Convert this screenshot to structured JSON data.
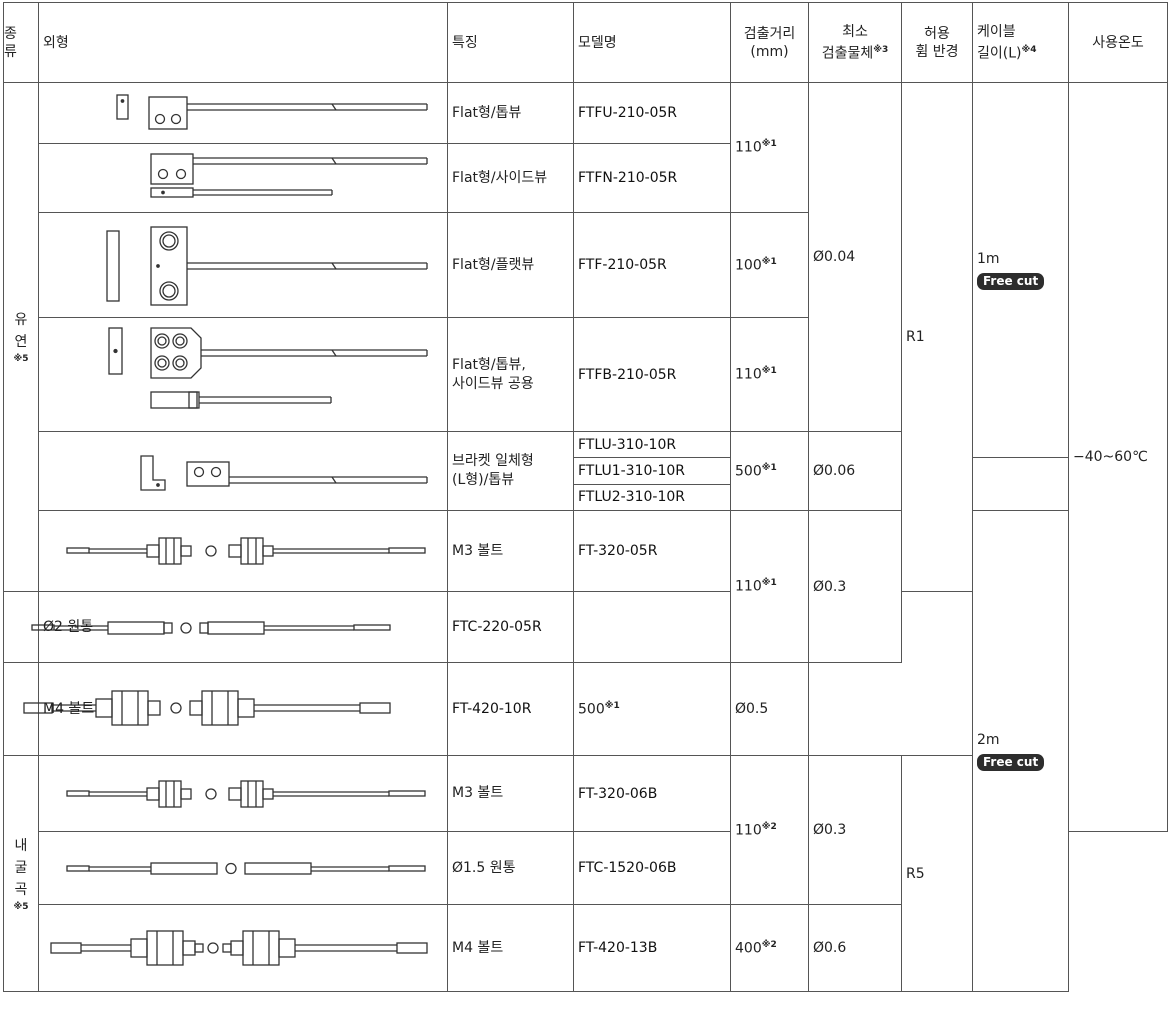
{
  "header": {
    "type": "종\n류",
    "outline": "외형",
    "feature": "특징",
    "model": "모델명",
    "distance": "검출거리\n(mm)",
    "min_object": "최소\n검출물체",
    "min_object_fn": "※3",
    "bend_radius": "허용\n휨 반경",
    "cable": "케이블\n길이(L)",
    "cable_fn": "※4",
    "temp": "사용온도"
  },
  "groups": {
    "flexible": {
      "label": "유\n연",
      "fn": "※5"
    },
    "bend_resistant": {
      "label": "내\n굴\n곡",
      "fn": "※5"
    }
  },
  "rows": [
    {
      "feature": "Flat형/톱뷰",
      "model": "FTFU-210-05R"
    },
    {
      "feature": "Flat형/사이드뷰",
      "model": "FTFN-210-05R"
    },
    {
      "feature": "Flat형/플랫뷰",
      "model": "FTF-210-05R"
    },
    {
      "feature": "Flat형/톱뷰,\n사이드뷰 공용",
      "model": "FTFB-210-05R"
    },
    {
      "feature": "브라켓 일체형\n(L형)/톱뷰",
      "models": [
        "FTLU-310-10R",
        "FTLU1-310-10R",
        "FTLU2-310-10R"
      ]
    },
    {
      "feature": "M3 볼트",
      "model": "FT-320-05R"
    },
    {
      "feature": "Ø2 원통",
      "model": "FTC-220-05R"
    },
    {
      "feature": "M4 볼트",
      "model": "FT-420-10R"
    },
    {
      "feature": "M3 볼트",
      "model": "FT-320-06B"
    },
    {
      "feature": "Ø1.5 원통",
      "model": "FTC-1520-06B"
    },
    {
      "feature": "M4 볼트",
      "model": "FT-420-13B"
    }
  ],
  "distances": {
    "d110a": "110",
    "d110a_fn": "※1",
    "d100": "100",
    "d100_fn": "※1",
    "d110b": "110",
    "d110b_fn": "※1",
    "d500a": "500",
    "d500a_fn": "※1",
    "d110c": "110",
    "d110c_fn": "※1",
    "d500b": "500",
    "d500b_fn": "※1",
    "d110d": "110",
    "d110d_fn": "※2",
    "d400": "400",
    "d400_fn": "※2"
  },
  "min_objects": {
    "m1": "Ø0.04",
    "m2": "Ø0.06",
    "m3": "Ø0.3",
    "m4": "Ø0.5",
    "m5": "Ø0.3",
    "m6": "Ø0.6"
  },
  "bend": {
    "r1": "R1",
    "r5": "R5"
  },
  "cable": {
    "c1": "1m",
    "c2": "2m",
    "badge": "Free cut"
  },
  "temp": "−40~60℃"
}
